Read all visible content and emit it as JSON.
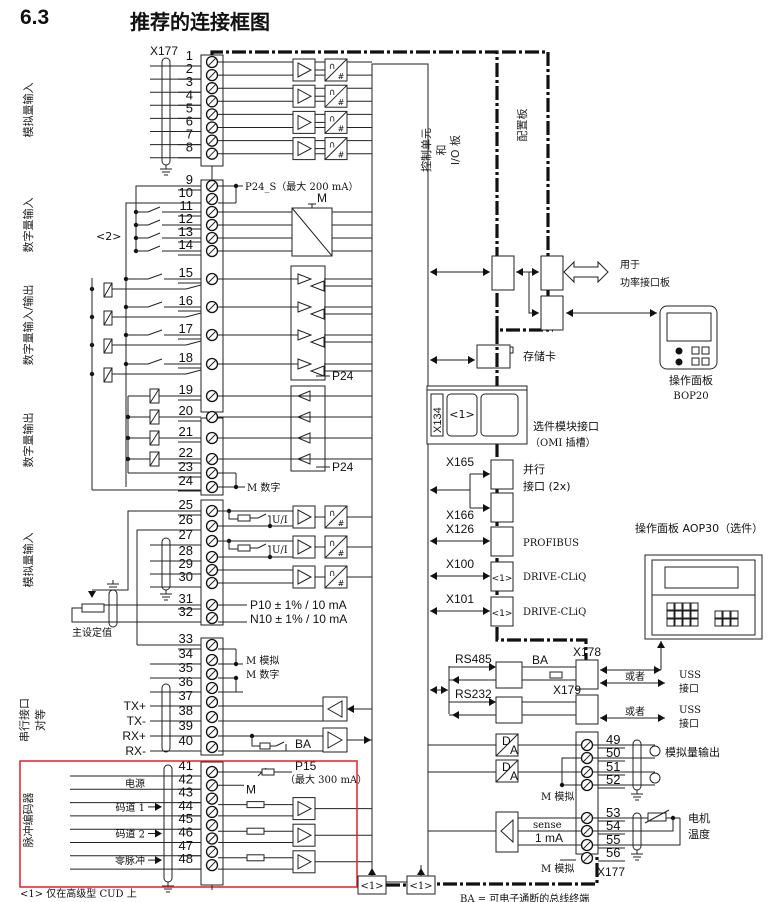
{
  "header": {
    "section_number": "6.3",
    "title": "推荐的连接框图"
  },
  "connector_top": "X177",
  "connector_bottom": "X177",
  "groups": [
    {
      "label": "模拟量输入",
      "terminals": [
        1,
        2,
        3,
        4,
        5,
        6,
        7,
        8
      ]
    },
    {
      "label": "数字量输入",
      "terminals": [
        9,
        10,
        11,
        12,
        13,
        14
      ]
    },
    {
      "label": "数字量输入/输出",
      "terminals": [
        15,
        16,
        17,
        18
      ]
    },
    {
      "label": "数字量输出",
      "terminals": [
        19,
        20,
        21,
        22,
        23,
        24
      ]
    },
    {
      "label": "模拟量输入",
      "terminals": [
        25,
        26,
        27,
        28,
        29,
        30,
        31,
        32
      ]
    },
    {
      "label": "串行接口对等",
      "label_lines": [
        "串行接口",
        "对等"
      ],
      "terminals": [
        33,
        34,
        35,
        36,
        37,
        38,
        39,
        40
      ]
    },
    {
      "label": "脉冲编码器",
      "terminals": [
        41,
        42,
        43,
        44,
        45,
        46,
        47,
        48
      ],
      "highlighted": true
    }
  ],
  "terminal_labels": {
    "p24s": "P24_S（最大 200 mA）",
    "m_symbol": "M",
    "note2": "<2>",
    "p24": "P24",
    "m_digital": "M 数字",
    "ui": "U/I",
    "p10": "P10  ± 1% / 10 mA",
    "n10": "N10  ± 1% / 10 mA",
    "main_setpoint": "主设定值",
    "m_analog": "M 模拟",
    "tx_plus": "TX+",
    "tx_minus": "TX-",
    "rx_plus": "RX+",
    "rx_minus": "RX-",
    "ba": "BA",
    "power": "电源",
    "p15": "P15",
    "p15_max": "（最大 300 mA）",
    "m": "M",
    "track1": "码道 1",
    "track2": "码道 2",
    "zero_pulse": "零脉冲"
  },
  "right_side": {
    "control_unit": [
      "控制单元",
      "和",
      "I/O 板"
    ],
    "config_board": "配置板",
    "power_interface": [
      "用于",
      "功率接口板"
    ],
    "memory_card": "存储卡",
    "bop20": [
      "操作面板",
      "BOP20"
    ],
    "x134": "X134",
    "option_slot_note": "<1>",
    "option_slot": [
      "选件模块接口",
      "（OMI 插槽）"
    ],
    "x165": "X165",
    "x166": "X166",
    "parallel": [
      "并行",
      "接口 (2x)"
    ],
    "x126": "X126",
    "profibus": "PROFIBUS",
    "x100": "X100",
    "x101": "X101",
    "drivecliq_note": "<1>",
    "drivecliq": "DRIVE-CLiQ",
    "aop30": "操作面板 AOP30（选件）",
    "rs485": "RS485",
    "rs232": "RS232",
    "ba": "BA",
    "x178": "X178",
    "x179": "X179",
    "or": "或者",
    "uss": [
      "USS",
      "接口"
    ],
    "da": [
      "D",
      "A"
    ],
    "sense": "sense",
    "one_ma": "1 mA",
    "m_analog": "M 模拟",
    "analog_out": "模拟量输出",
    "motor_temp": [
      "电机",
      "温度"
    ],
    "right_terminals": [
      49,
      50,
      51,
      52,
      53,
      54,
      55,
      56
    ],
    "bottom_boxes": [
      "<1>",
      "<1>"
    ]
  },
  "footnotes": {
    "note1": "<1>  仅在高级型 CUD 上",
    "ba_note": "BA = 可电子通断的总线终端"
  },
  "colors": {
    "highlight": "#e0202a",
    "line": "#222222"
  }
}
